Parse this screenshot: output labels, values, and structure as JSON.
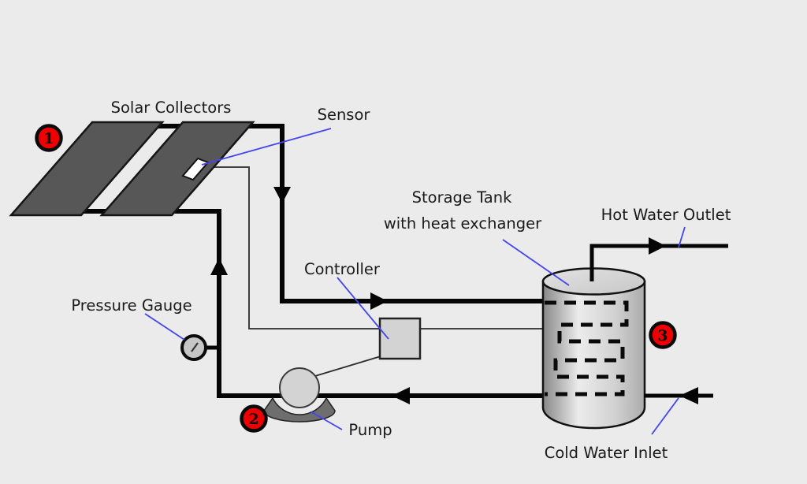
{
  "diagram": {
    "title_note": "Solar water heating system schematic",
    "labels": {
      "solar_collectors": "Solar Collectors",
      "sensor": "Sensor",
      "storage_tank_line1": "Storage Tank",
      "storage_tank_line2": "with heat exchanger",
      "hot_water_outlet": "Hot Water Outlet",
      "pressure_gauge": "Pressure Gauge",
      "controller": "Controller",
      "pump": "Pump",
      "cold_water_inlet": "Cold Water Inlet"
    },
    "badges": [
      {
        "number": "1"
      },
      {
        "number": "2"
      },
      {
        "number": "3"
      }
    ],
    "colors": {
      "background": "#ebebeb",
      "collector_gray": "#575757",
      "pipe_black": "#050505",
      "badge_red": "#ee0000",
      "pointer_blue": "#4545f0",
      "component_gray": "#d3d3d3",
      "pump_base_gray": "#6e6e6e",
      "gauge_gray": "#c6c6c6",
      "sensor_white": "#ffffff",
      "text": "#1a1a1a"
    }
  }
}
